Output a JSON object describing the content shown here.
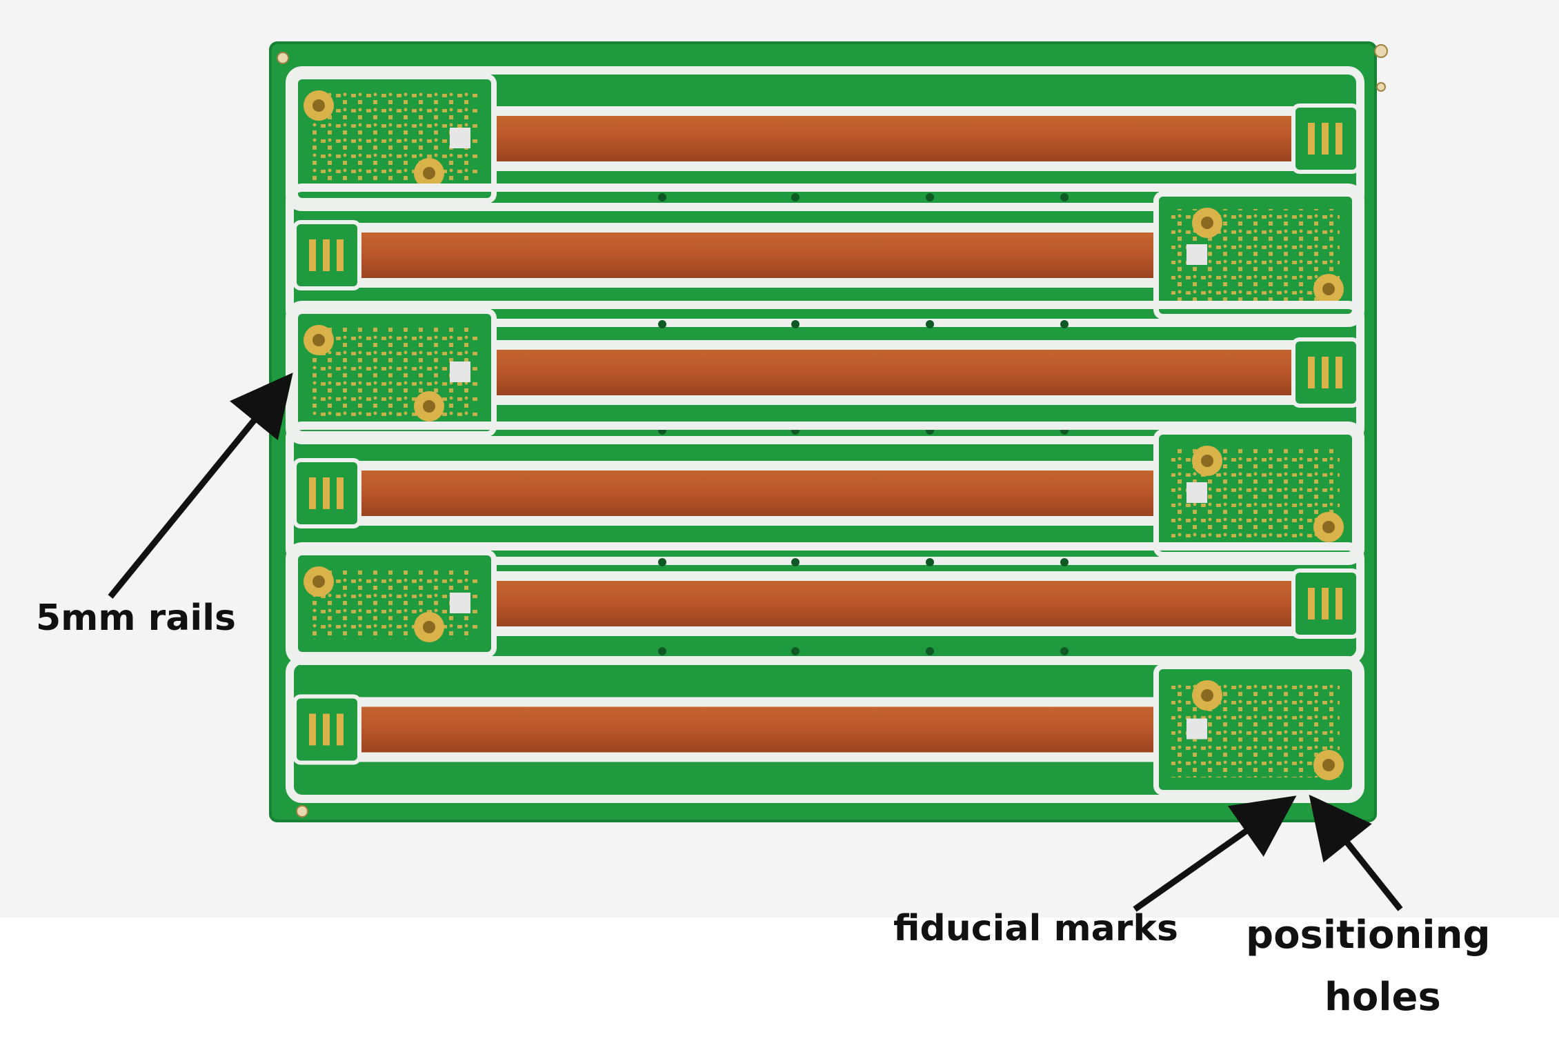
{
  "annotations": {
    "rails_label": "5mm rails",
    "fiducial_label": "fiducial marks",
    "positioning_label_line1": "positioning",
    "positioning_label_line2": "holes"
  },
  "colors": {
    "pcb_green": "#1f9a3f",
    "pcb_green_dark": "#168233",
    "flex_copper": "#b8562a",
    "flex_copper_dark": "#9a4420",
    "gold_pad": "#d9b24a",
    "slot_white": "#eef0ee",
    "arrow": "#111111"
  },
  "scene": {
    "description_icon": "rigid-flex-pcb-panel-photo",
    "flex_circuits_count": 6,
    "orientation_pattern": [
      "left-large",
      "right-large",
      "left-large",
      "right-large",
      "left-large",
      "right-large"
    ]
  }
}
